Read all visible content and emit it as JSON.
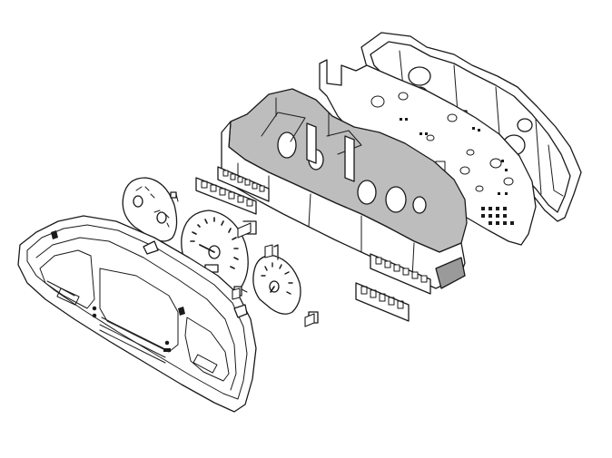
{
  "diagram": {
    "colors": {
      "line": "#1a1a1a",
      "housing_fill": "#bdbdbd",
      "housing_shade": "#9a9a9a",
      "paper": "#ffffff",
      "light_gray": "#e6e6e6"
    },
    "parts": [
      {
        "id": "bezel",
        "icon": "instrument-cluster-bezel"
      },
      {
        "id": "gauge-small",
        "icon": "auxiliary-gauge-dial"
      },
      {
        "id": "speedometer",
        "icon": "speedometer-dial"
      },
      {
        "id": "tachometer",
        "icon": "tachometer-dial"
      },
      {
        "id": "connector-left",
        "icon": "wiring-connector"
      },
      {
        "id": "housing",
        "icon": "gauge-housing"
      },
      {
        "id": "connector-right",
        "icon": "wiring-connector"
      },
      {
        "id": "circuit-board",
        "icon": "printed-circuit-board"
      },
      {
        "id": "rear-cover",
        "icon": "rear-cover-plate"
      }
    ]
  }
}
